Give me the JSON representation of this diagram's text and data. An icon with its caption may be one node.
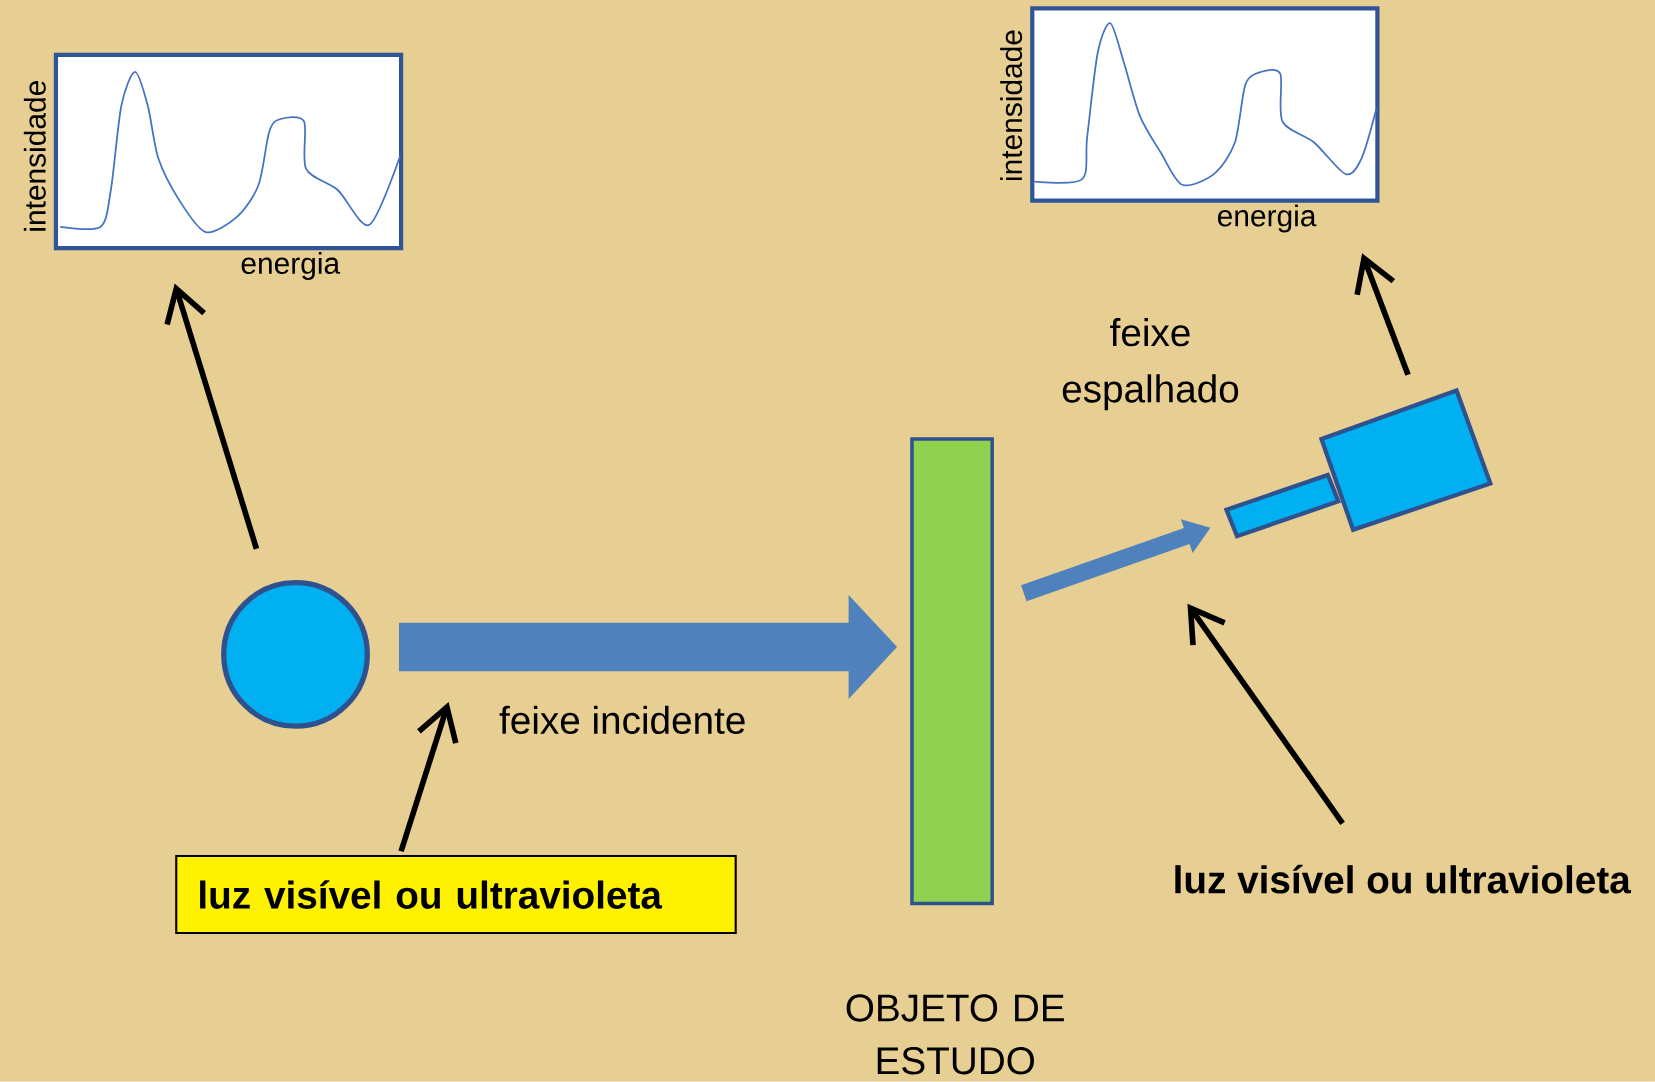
{
  "diagram": {
    "nodes": [
      {
        "text": [
          "intensidade",
          "energia"
        ]
      },
      {
        "text": [
          "intensidade",
          "energia"
        ]
      },
      {
        "text": [],
        "shape": "circle"
      },
      {
        "text": [
          "OBJETO DE ESTUDO"
        ]
      },
      {
        "text": [],
        "shape": "picture"
      },
      {
        "text": [
          "luz visível ou ultravioleta"
        ]
      },
      {
        "text": [
          "luz visível ou ultravioleta"
        ]
      }
    ],
    "edges": [
      {
        "from": 2,
        "to": 0,
        "arrow": "to"
      },
      {
        "from": 2,
        "to": 3,
        "arrow": "to",
        "label": "feixe incidente",
        "style": "thick",
        "color": "#4f81bd"
      },
      {
        "from": 3,
        "to": 4,
        "arrow": "to",
        "label": "feixe espalhado",
        "style": "thick",
        "color": "#4f81bd"
      },
      {
        "from": 4,
        "to": 1,
        "arrow": "to"
      },
      {
        "from": 5,
        "to": null,
        "arrow": "to"
      },
      {
        "from": 6,
        "to": null,
        "arrow": "to"
      }
    ]
  }
}
